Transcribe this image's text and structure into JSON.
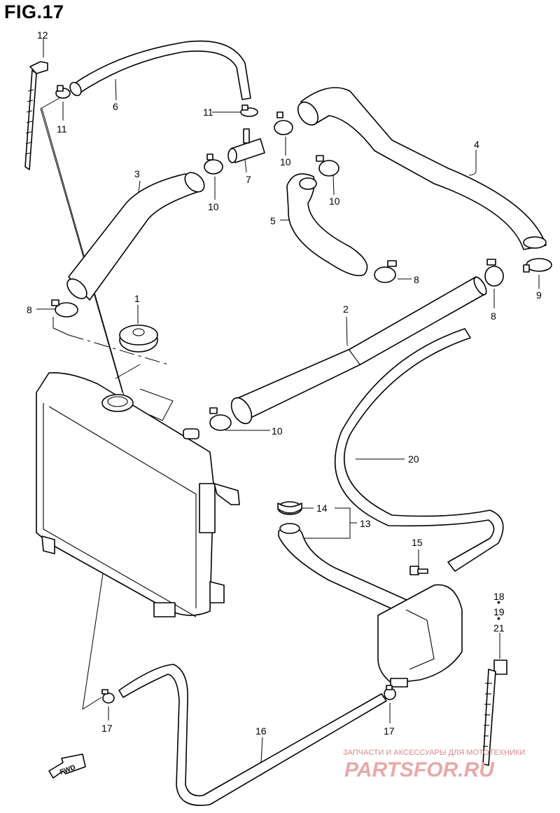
{
  "figure": {
    "title": "FIG.17"
  },
  "parts": [
    {
      "id": "p1",
      "label": "1"
    },
    {
      "id": "p2",
      "label": "2"
    },
    {
      "id": "p3",
      "label": "3"
    },
    {
      "id": "p4",
      "label": "4"
    },
    {
      "id": "p5",
      "label": "5"
    },
    {
      "id": "p6",
      "label": "6"
    },
    {
      "id": "p7",
      "label": "7"
    },
    {
      "id": "p8a",
      "label": "8"
    },
    {
      "id": "p8b",
      "label": "8"
    },
    {
      "id": "p8c",
      "label": "8"
    },
    {
      "id": "p9",
      "label": "9"
    },
    {
      "id": "p10a",
      "label": "10"
    },
    {
      "id": "p10b",
      "label": "10"
    },
    {
      "id": "p10c",
      "label": "10"
    },
    {
      "id": "p10d",
      "label": "10"
    },
    {
      "id": "p11a",
      "label": "11"
    },
    {
      "id": "p11b",
      "label": "11"
    },
    {
      "id": "p12",
      "label": "12"
    },
    {
      "id": "p13",
      "label": "13"
    },
    {
      "id": "p14",
      "label": "14"
    },
    {
      "id": "p15",
      "label": "15"
    },
    {
      "id": "p16",
      "label": "16"
    },
    {
      "id": "p17a",
      "label": "17"
    },
    {
      "id": "p17b",
      "label": "17"
    },
    {
      "id": "p18",
      "label": "18"
    },
    {
      "id": "p18dot",
      "label": "•"
    },
    {
      "id": "p19",
      "label": "19"
    },
    {
      "id": "p19dot",
      "label": "•"
    },
    {
      "id": "p21",
      "label": "21"
    },
    {
      "id": "p20",
      "label": "20"
    }
  ],
  "fwd_arrow": {
    "label": "FWD"
  },
  "watermark": {
    "tagline": "ЗАПЧАСТИ И АКСЕССУАРЫ ДЛЯ МОТОТЕХНИКИ",
    "logo": "PARTSFOR.RU"
  }
}
